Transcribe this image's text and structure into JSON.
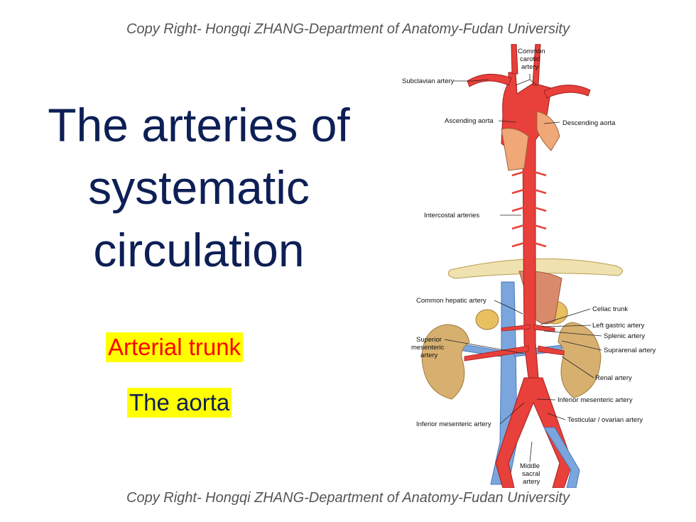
{
  "header": {
    "copyright": "Copy Right- Hongqi ZHANG-Department of Anatomy-Fudan University"
  },
  "footer": {
    "copyright": "Copy Right- Hongqi ZHANG-Department of Anatomy-Fudan University"
  },
  "title": {
    "line1": "The arteries of",
    "line2": "systematic",
    "line3": "circulation"
  },
  "highlights": {
    "arterial_trunk": "Arterial trunk",
    "aorta": "The aorta"
  },
  "colors": {
    "title": "#0d1f55",
    "highlight_bg": "#ffff00",
    "artery": "#e8403a",
    "vein": "#7aa6dd",
    "kidney": "#d7b070",
    "diaphragm": "#efe2b0"
  },
  "diagram": {
    "labels": {
      "common_carotid_1": "Common",
      "common_carotid_2": "carotid",
      "common_carotid_3": "artery",
      "subclavian": "Subclavian artery",
      "ascending_aorta": "Ascending aorta",
      "descending_aorta": "Descending aorta",
      "intercostal": "Intercostal arteries",
      "common_hepatic": "Common hepatic artery",
      "celiac": "Celiac trunk",
      "left_gastric": "Left gastric artery",
      "splenic": "Splenic artery",
      "superior_mesenteric_1": "Superior",
      "superior_mesenteric_2": "mesenteric",
      "superior_mesenteric_3": "artery",
      "suprarenal": "Suprarenal artery",
      "renal": "Renal artery",
      "inferior_mesenteric_right": "Inferior mesenteric artery",
      "testicular": "Testicular / ovarian artery",
      "inferior_mesenteric_left": "Inferior mesenteric artery",
      "middle_sacral_1": "Middle",
      "middle_sacral_2": "sacral",
      "middle_sacral_3": "artery"
    }
  }
}
